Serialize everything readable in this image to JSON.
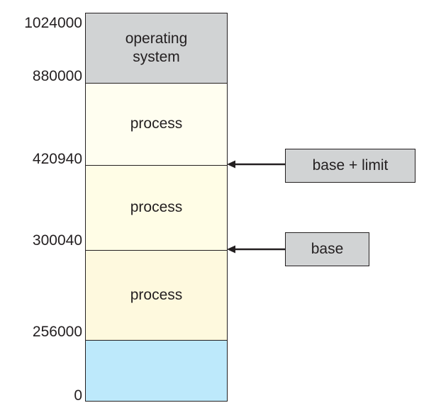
{
  "memory": {
    "addresses": [
      "1024000",
      "880000",
      "420940",
      "300040",
      "256000",
      "0"
    ],
    "segments": [
      {
        "label": "operating system",
        "color": "#d1d3d4"
      },
      {
        "label": "process",
        "color": "#fffef0"
      },
      {
        "label": "process",
        "color": "#fffde6"
      },
      {
        "label": "process",
        "color": "#fef9de"
      },
      {
        "label": "",
        "color": "#bde9fb"
      }
    ]
  },
  "pointers": {
    "base_limit_label": "base + limit",
    "base_label": "base",
    "box_color": "#d1d3d4"
  }
}
